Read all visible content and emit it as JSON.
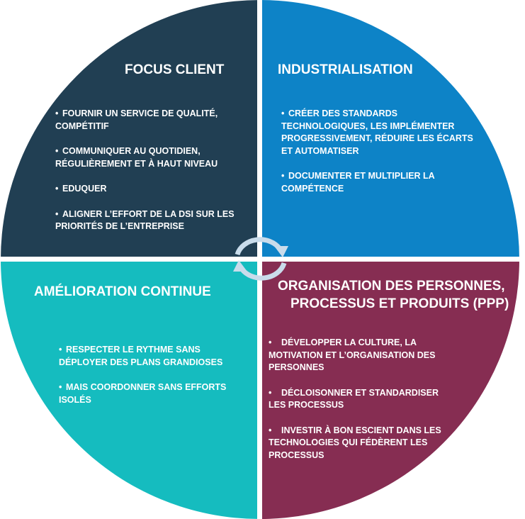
{
  "colors": {
    "top_left": "#213F53",
    "top_right": "#0D83C7",
    "bottom_left": "#15BCBF",
    "bottom_right": "#862D52",
    "separator": "#ffffff",
    "cycle_arrow": "#C9DCEB"
  },
  "quadrants": {
    "focus_client": {
      "title": "FOCUS CLIENT",
      "bullets": [
        "FOURNIR UN SERVICE DE QUALITÉ, COMPÉTITIF",
        "COMMUNIQUER AU QUOTIDIEN, RÉGULIÈREMENT ET À HAUT NIVEAU",
        "EDUQUER",
        "ALIGNER L’EFFORT DE LA DSI SUR LES PRIORITÉS DE L’ENTREPRISE"
      ]
    },
    "industrialisation": {
      "title": "INDUSTRIALISATION",
      "bullets": [
        "CRÉER DES STANDARDS TECHNOLOGIQUES, LES IMPLÉMENTER PROGRESSIVEMENT, RÉDUIRE LES ÉCARTS ET AUTOMATISER",
        "DOCUMENTER ET MULTIPLIER LA COMPÉTENCE"
      ]
    },
    "amelioration": {
      "title": "AMÉLIORATION CONTINUE",
      "bullets": [
        "RESPECTER LE RYTHME SANS DÉPLOYER DES PLANS GRANDIOSES",
        "MAIS COORDONNER SANS EFFORTS ISOLÉS"
      ]
    },
    "organisation": {
      "title_line1": "ORGANISATION DES PERSONNES,",
      "title_line2": "PROCESSUS ET PRODUITS (PPP)",
      "bullets": [
        "DÉVELOPPER LA CULTURE, LA MOTIVATION ET L’ORGANISATION DES PERSONNES",
        "DÉCLOISONNER ET STANDARDISER LES PROCESSUS",
        "INVESTIR À BON ESCIENT DANS LES TECHNOLOGIES QUI FÉDÈRENT LES PROCESSUS"
      ]
    }
  }
}
